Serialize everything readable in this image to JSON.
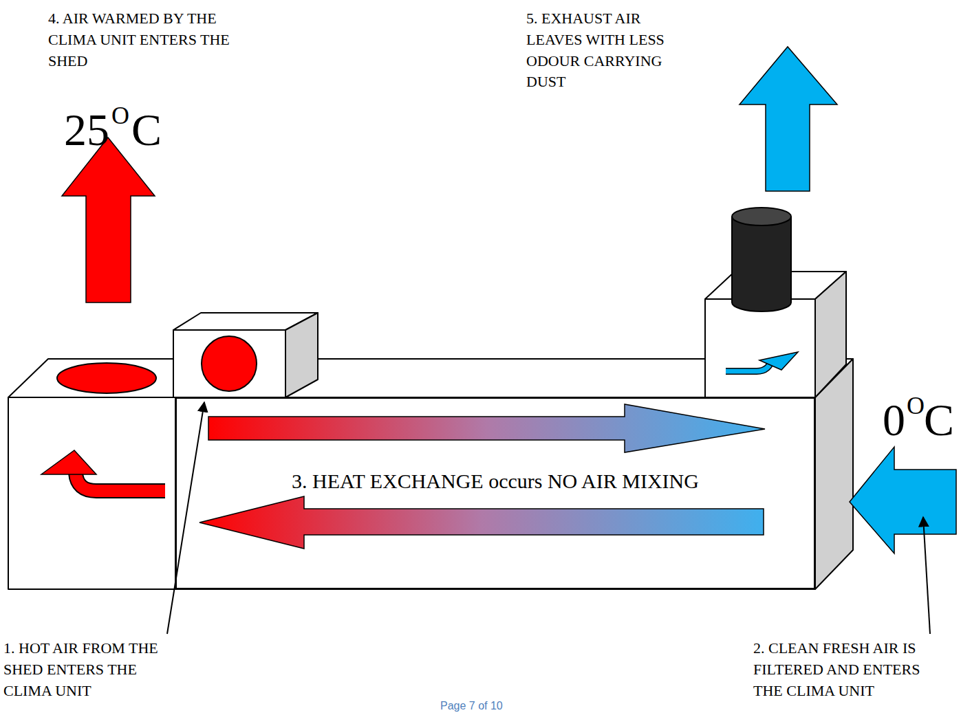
{
  "diagram": {
    "nodes": [
      {
        "text": [
          "3. HEAT EXCHANGE occurs NO AIR MIXING"
        ]
      }
    ],
    "labels": [
      "4. AIR WARMED BY THE CLIMA UNIT ENTERS THE SHED",
      "25",
      "O",
      "C",
      "5. EXHAUST AIR LEAVES WITH LESS ODOUR CARRYING DUST",
      "0",
      "O",
      "C",
      "1. HOT AIR FROM THE SHED ENTERS THE CLIMA UNIT",
      "2. CLEAN FRESH AIR IS FILTERED AND ENTERS THE CLIMA UNIT",
      "Page 7 of 10"
    ]
  }
}
